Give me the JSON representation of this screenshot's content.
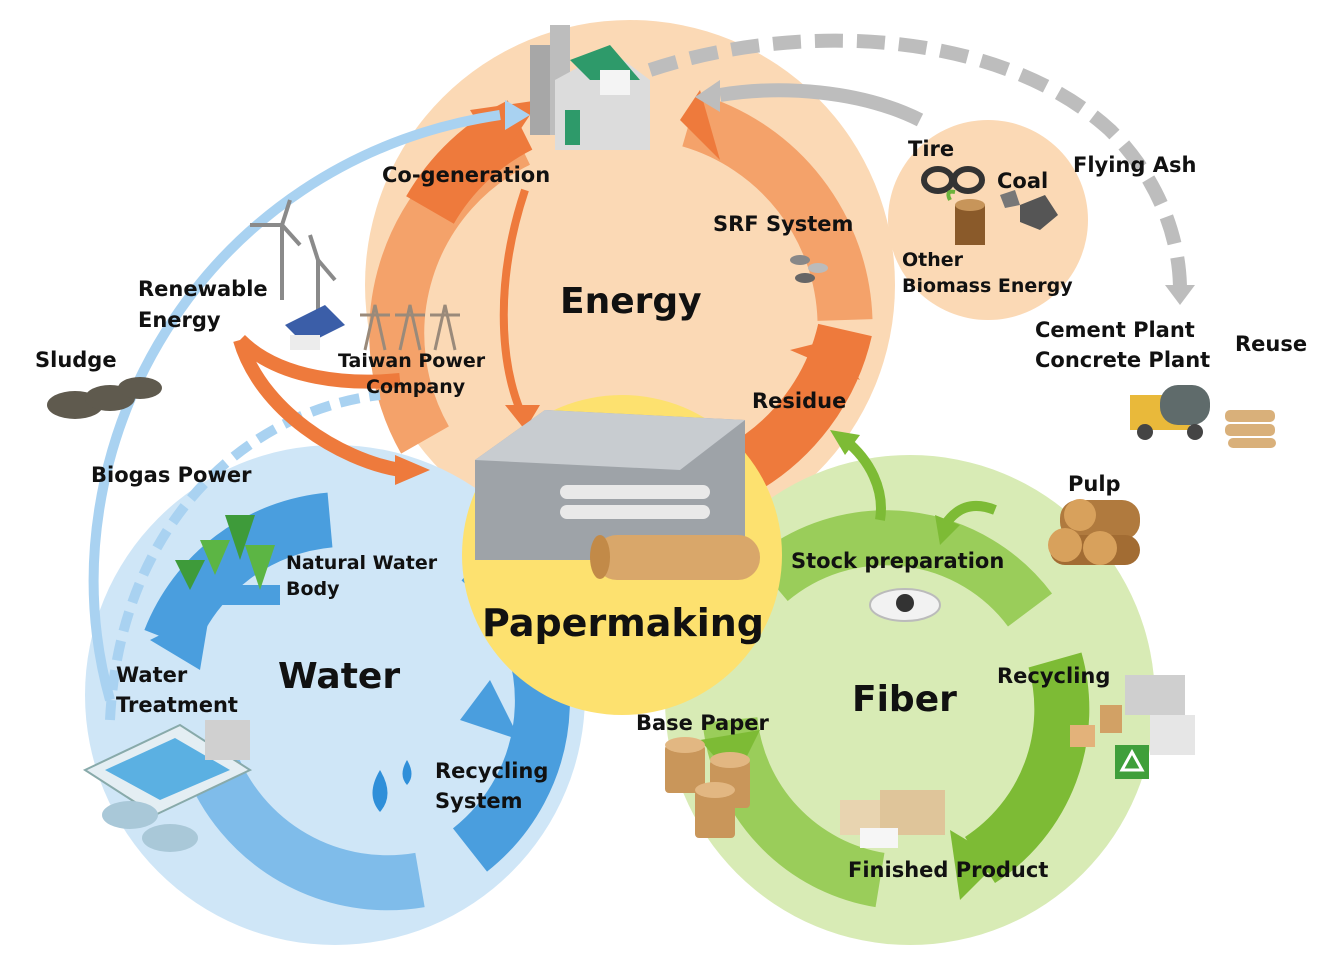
{
  "colors": {
    "energy": "#fbd9b5",
    "energy_arrow": "#ee7a3c",
    "water": "#cfe6f7",
    "water_arrow": "#4a9ede",
    "fiber": "#d8ebb5",
    "fiber_arrow": "#7dbb35",
    "papermaking": "#fde16f",
    "side_arrow": "#a9d2f1",
    "grey_arrow": "#bdbdbd"
  },
  "cycles": {
    "energy": "Energy",
    "water": "Water",
    "fiber": "Fiber",
    "core": "Papermaking"
  },
  "energy_labels": {
    "cogeneration": "Co-generation",
    "srf": "SRF System",
    "residue": "Residue",
    "taiwan_power_1": "Taiwan Power",
    "taiwan_power_2": "Company",
    "renewable_1": "Renewable",
    "renewable_2": "Energy"
  },
  "fuel_labels": {
    "tire": "Tire",
    "coal": "Coal",
    "other_1": "Other",
    "other_2": "Biomass Energy",
    "flying_ash": "Flying Ash",
    "cement_1": "Cement Plant",
    "cement_2": "Concrete Plant",
    "reuse": "Reuse"
  },
  "water_labels": {
    "sludge": "Sludge",
    "biogas": "Biogas Power",
    "natural_1": "Natural Water",
    "natural_2": "Body",
    "treatment_1": "Water",
    "treatment_2": "Treatment",
    "recycling_1": "Recycling",
    "recycling_2": "System"
  },
  "fiber_labels": {
    "pulp": "Pulp",
    "stock": "Stock preparation",
    "recycling": "Recycling",
    "base_paper": "Base Paper",
    "finished": "Finished Product"
  },
  "icons": [
    "factory-icon",
    "wind-turbine-icon",
    "solar-panel-icon",
    "power-tower-icon",
    "tire-icon",
    "coal-icon",
    "wood-stump-icon",
    "srf-pellets-icon",
    "mixer-truck-icon",
    "cement-bags-icon",
    "sludge-icon",
    "forest-icon",
    "treatment-plant-icon",
    "water-drop-icon",
    "paper-machine-icon",
    "pulp-logs-icon",
    "stock-bowl-icon",
    "recycled-paper-icon",
    "recycle-symbol-icon",
    "paper-roll-icon",
    "boxes-icon"
  ]
}
